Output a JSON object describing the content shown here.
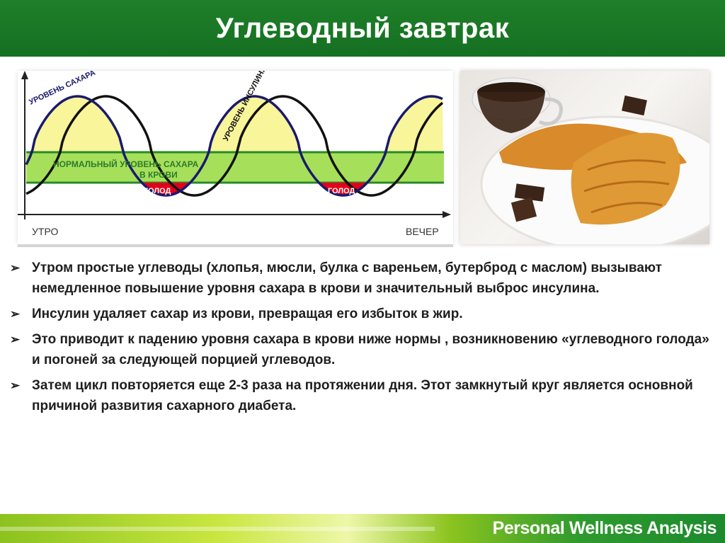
{
  "title": "Углеводный завтрак",
  "diagram": {
    "sugar_label": "УРОВЕНЬ САХАРА",
    "insulin_label": "УРОВЕНЬ ИНСУЛИНА",
    "normal_label_1": "НОРМАЛЬНЫЙ УРОВЕНЬ САХАРА",
    "normal_label_2": "В КРОВИ",
    "hunger_label": "ГОЛОД",
    "x_start": "УТРО",
    "x_end": "ВЕЧЕР",
    "colors": {
      "above_norm": "#f8f59a",
      "normal_band": "#a6e05a",
      "hunger": "#e3001b",
      "sugar_curve": "#1a1a6e",
      "insulin_curve": "#111111"
    }
  },
  "photo": {
    "description_icon": "coffee-croissant-photo"
  },
  "bullets": [
    "Утром простые углеводы (хлопья, мюсли, булка с вареньем, бутерброд с маслом) вызывают немедленное повышение уровня сахара в крови и значительный выброс инсулина.",
    "Инсулин удаляет сахар из крови, превращая его избыток в жир.",
    "Это приводит к падению уровня сахара в крови ниже нормы , возникновению «углеводного голода» и погоней за следующей порцией углеводов.",
    "Затем цикл повторяется еще 2-3 раза на протяжении дня. Этот замкнутый круг является основной причиной развития сахарного диабета."
  ],
  "bullet_icon": "arrow-right-icon",
  "footer": {
    "text": "Personal Wellness Analysis"
  }
}
